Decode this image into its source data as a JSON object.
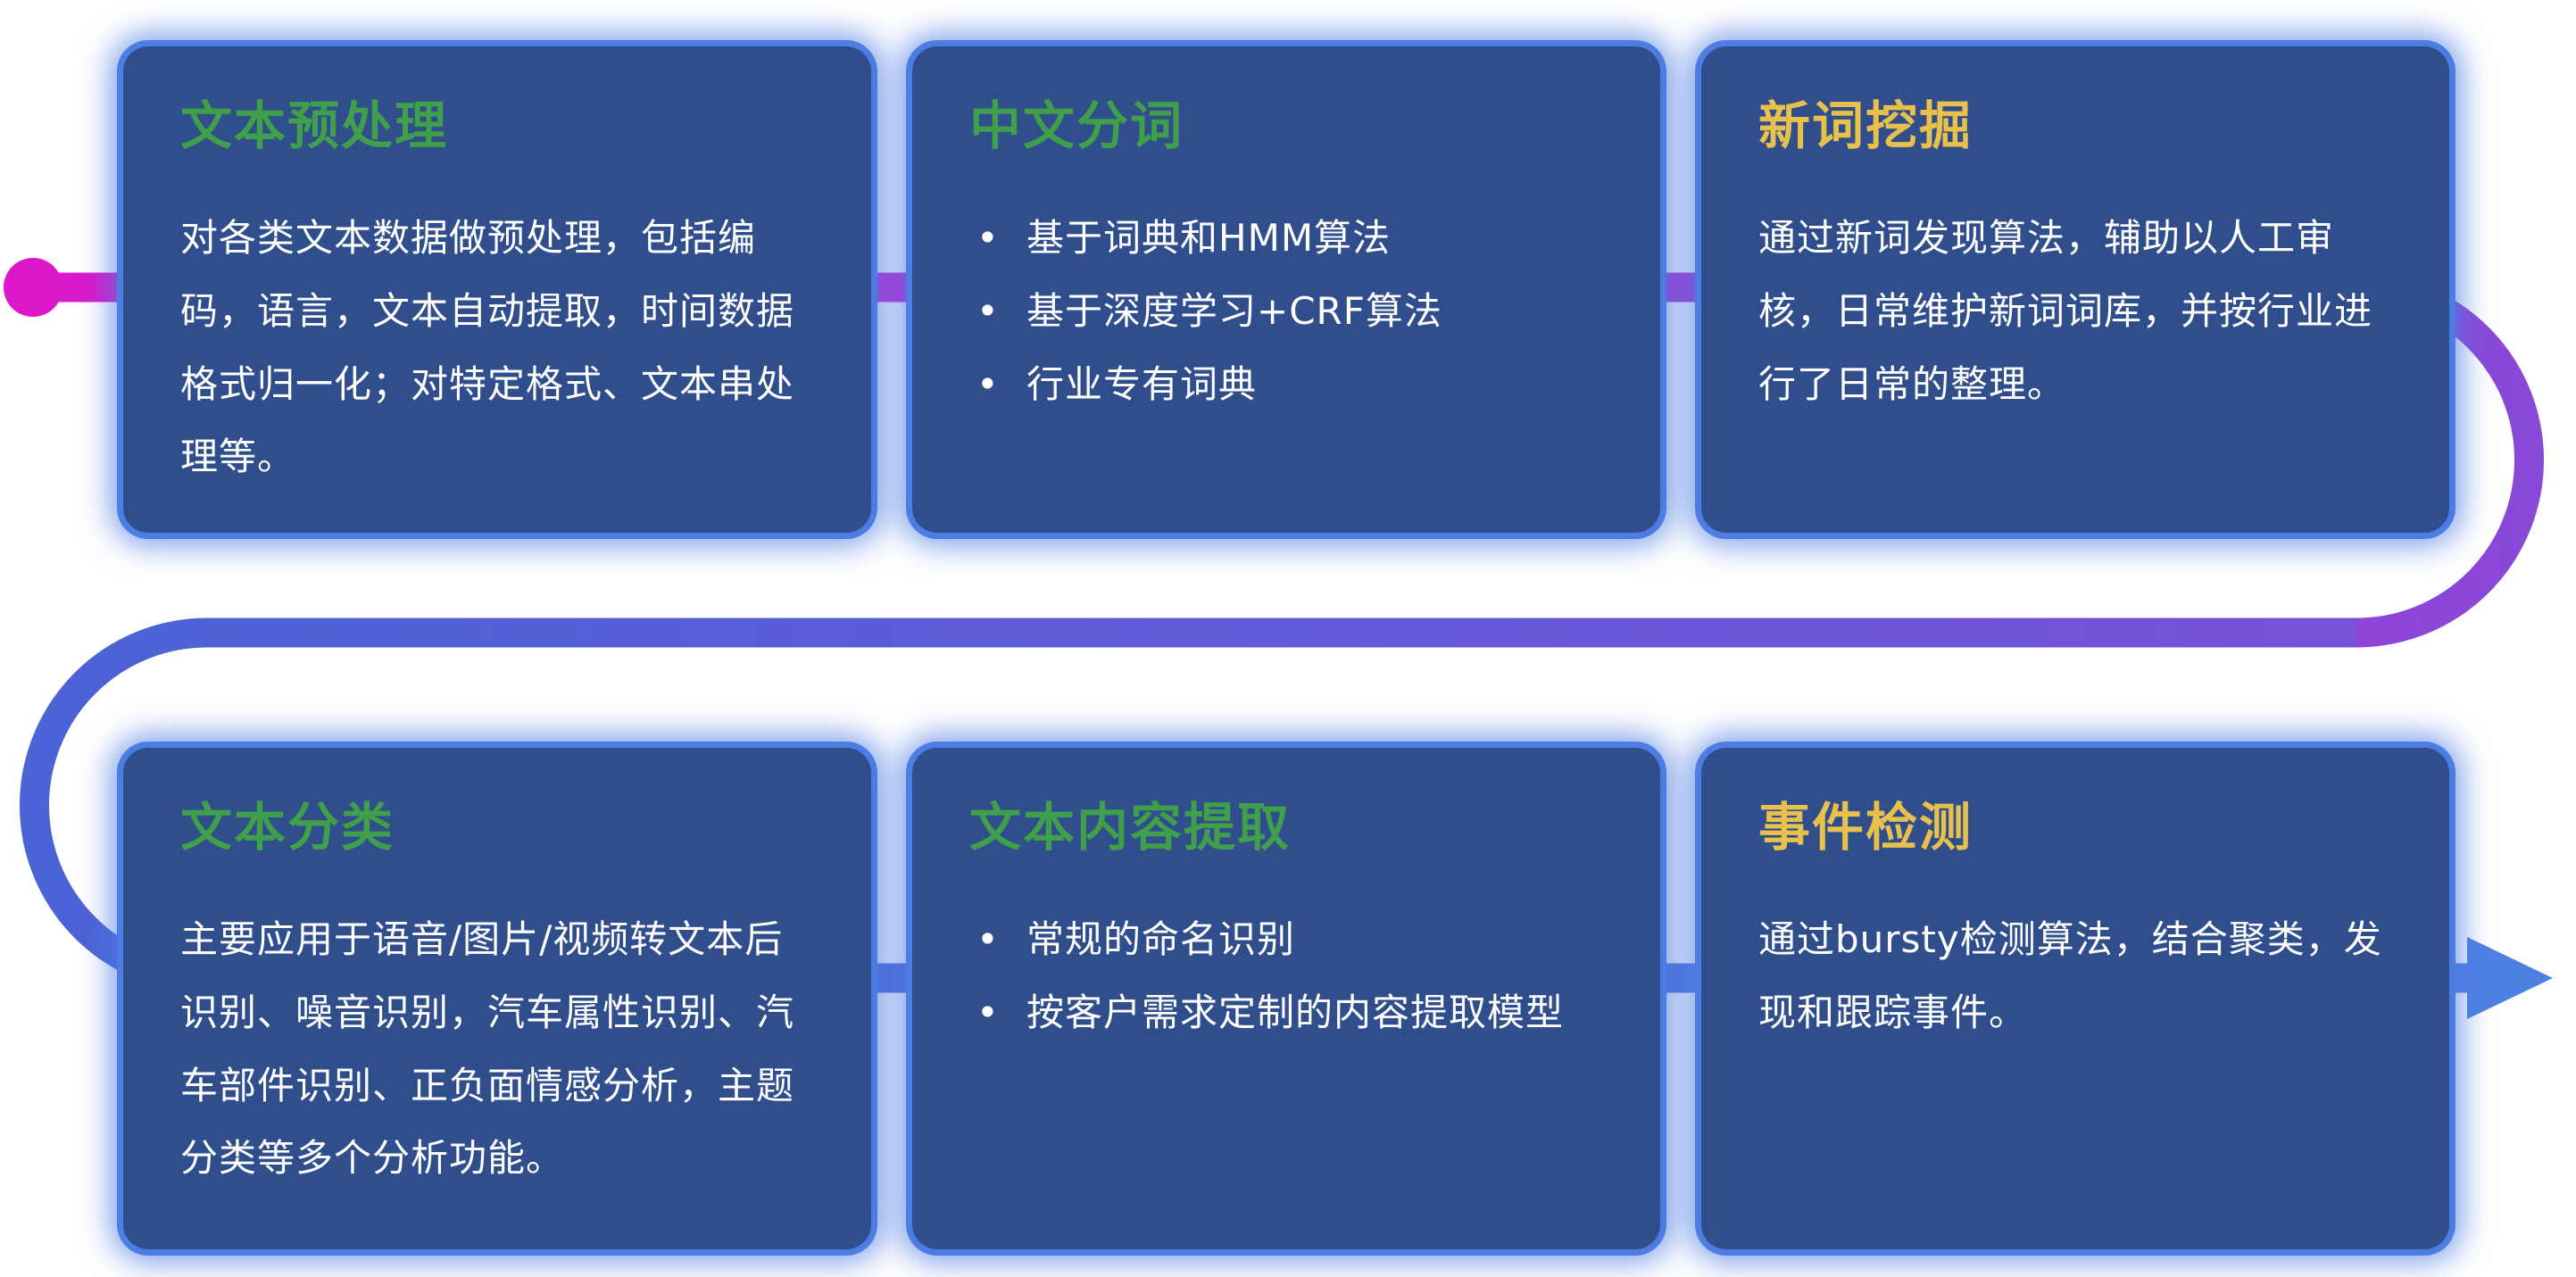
{
  "page": {
    "background": "#ffffff"
  },
  "flow": {
    "colors": {
      "start_magenta": "#dc17cb",
      "mid_magenta_purple": "#b92fd0",
      "purple": "#8848d8",
      "violet": "#7a50d9",
      "blue": "#4a63d6",
      "arrow_blue": "#4e80e2",
      "dot": "#dc17cb"
    }
  },
  "cards": [
    {
      "title": "文本预处理",
      "accent": "#3f9f4a",
      "paragraph": "对各类文本数据做预处理，包括编码，语言，文本自动提取，时间数据格式归一化；对特定格式、文本串处理等。"
    },
    {
      "title": "中文分词",
      "accent": "#3f9f4a",
      "bullets": [
        "基于词典和HMM算法",
        "基于深度学习+CRF算法",
        "行业专有词典"
      ]
    },
    {
      "title": "新词挖掘",
      "accent": "#e7c14b",
      "paragraph": "通过新词发现算法，辅助以人工审核，日常维护新词词库，并按行业进行了日常的整理。"
    },
    {
      "title": "文本分类",
      "accent": "#3f9f4a",
      "paragraph": "主要应用于语音/图片/视频转文本后识别、噪音识别，汽车属性识别、汽车部件识别、正负面情感分析，主题分类等多个分析功能。"
    },
    {
      "title": "文本内容提取",
      "accent": "#3f9f4a",
      "bullets": [
        "常规的命名识别",
        "按客户需求定制的内容提取模型"
      ]
    },
    {
      "title": "事件检测",
      "accent": "#e7c14b",
      "paragraph": "通过bursty检测算法，结合聚类，发现和跟踪事件。"
    }
  ]
}
